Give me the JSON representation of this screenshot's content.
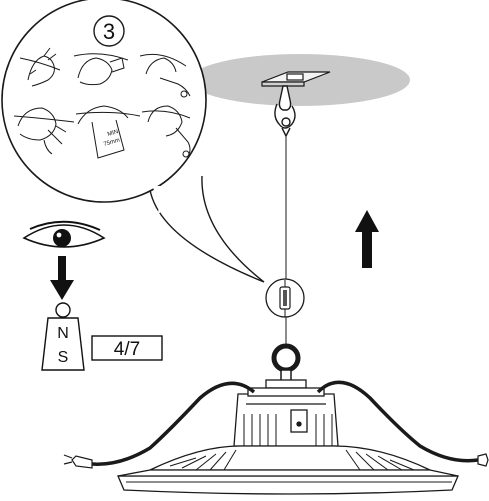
{
  "callout": {
    "step_number": "3"
  },
  "hook_detail": {
    "min_label": "MIN",
    "distance_label": "75mm"
  },
  "weight_tag": {
    "north_label": "N",
    "south_label": "S"
  },
  "ratio_box": {
    "label": "4/7"
  },
  "icons": {
    "eye": "eye-icon",
    "down_arrow": "arrow-down-icon",
    "up_arrow": "arrow-up-icon"
  },
  "colors": {
    "ceiling_gray": "#c8c8c8",
    "line": "#1a1a1a"
  }
}
